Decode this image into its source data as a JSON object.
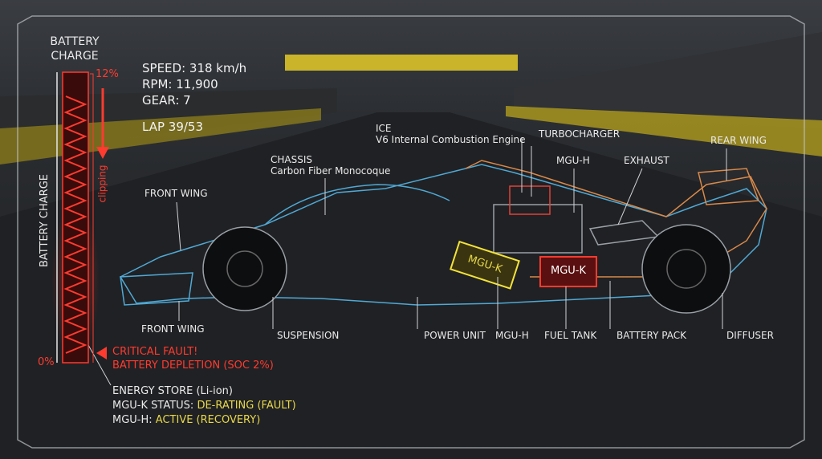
{
  "battery": {
    "title_line1": "BATTERY",
    "title_line2": "CHARGE",
    "vertical_label": "BATTERY CHARGE",
    "top_pct": "12%",
    "bottom_pct": "0%",
    "clipping": "clipping",
    "soc_percent": 2
  },
  "telemetry": {
    "speed": "SPEED: 318 km/h",
    "rpm": "RPM: 11,900",
    "gear": "GEAR: 7",
    "lap": "LAP 39/53"
  },
  "fault": {
    "line1": "CRITICAL FAULT!",
    "line2": "BATTERY DEPLETION (SOC 2%)"
  },
  "status": {
    "energy_store": "ENERGY STORE (Li-ion)",
    "mguk_label": "MGU-K STATUS: ",
    "mguk_value": "DE-RATING (FAULT)",
    "mguh_label": "MGU-H: ",
    "mguh_value": "ACTIVE (RECOVERY)"
  },
  "labels": {
    "ice": "ICE",
    "ice_sub": "V6 Internal Combustion Engine",
    "turbo": "TURBOCHARGER",
    "mguh_top": "MGU-H",
    "exhaust": "EXHAUST",
    "rear_wing": "REAR WING",
    "chassis": "CHASSIS",
    "chassis_sub": "Carbon Fiber Monocoque",
    "front_wing_top": "FRONT WING",
    "front_wing_bottom": "FRONT WING",
    "suspension": "SUSPENSION",
    "power_unit": "POWER UNIT",
    "mguh_bottom": "MGU-H",
    "fuel_tank": "FUEL TANK",
    "battery_pack": "BATTERY PACK",
    "diffuser": "DIFFUSER",
    "mguk_yellow": "MGU-K",
    "mguk_red": "MGU-K"
  },
  "colors": {
    "critical": "#ff3b2f",
    "warning": "#e8d84a",
    "chassis": "#4fa9d6",
    "powertrain": "#d9894a"
  }
}
